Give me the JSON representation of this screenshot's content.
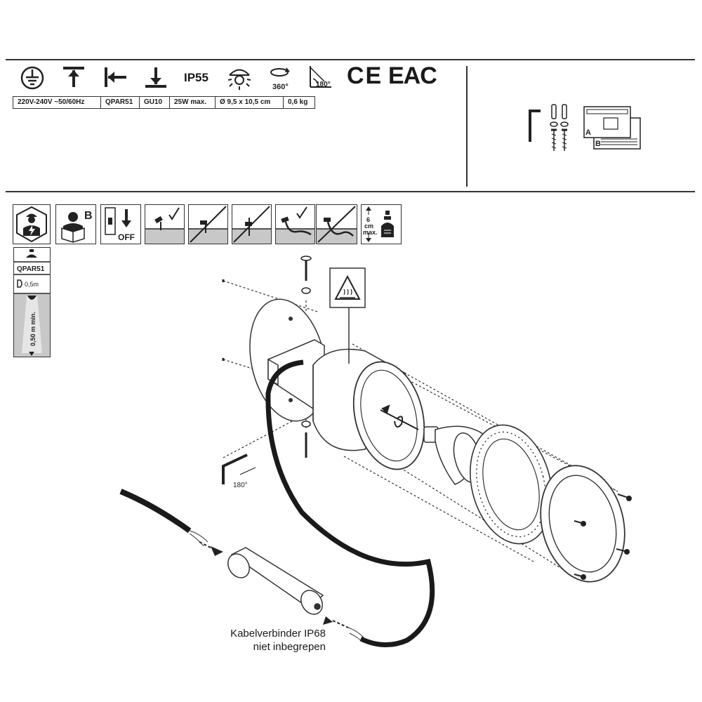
{
  "header": {
    "ip_rating": "IP55",
    "rotation_label": "360°",
    "tilt_label": "180°",
    "ce_mark": "CE",
    "eac_mark": "EAC"
  },
  "specs": [
    "220V-240V ~50/60Hz",
    "QPAR51",
    "GU10",
    "25W max.",
    "Ø 9,5 x 10,5 cm",
    "0,6 kg"
  ],
  "installation": {
    "sheet_a_label": "A",
    "sheet_b_label": "B",
    "manual_letter": "B",
    "off_label": "OFF",
    "depth_value": "6",
    "depth_unit": "cm",
    "depth_suffix": "max.",
    "lamp_type": "QPAR51",
    "distance_short": "0,5m",
    "distance_min": "0,50 m min."
  },
  "diagram": {
    "tilt_label": "180°",
    "caption_line1": "Kabelverbinder IP68",
    "caption_line2": "niet inbegrepen"
  },
  "colors": {
    "line": "#333333",
    "ground": "#c8c8c8",
    "cable": "#1a1a1a"
  }
}
